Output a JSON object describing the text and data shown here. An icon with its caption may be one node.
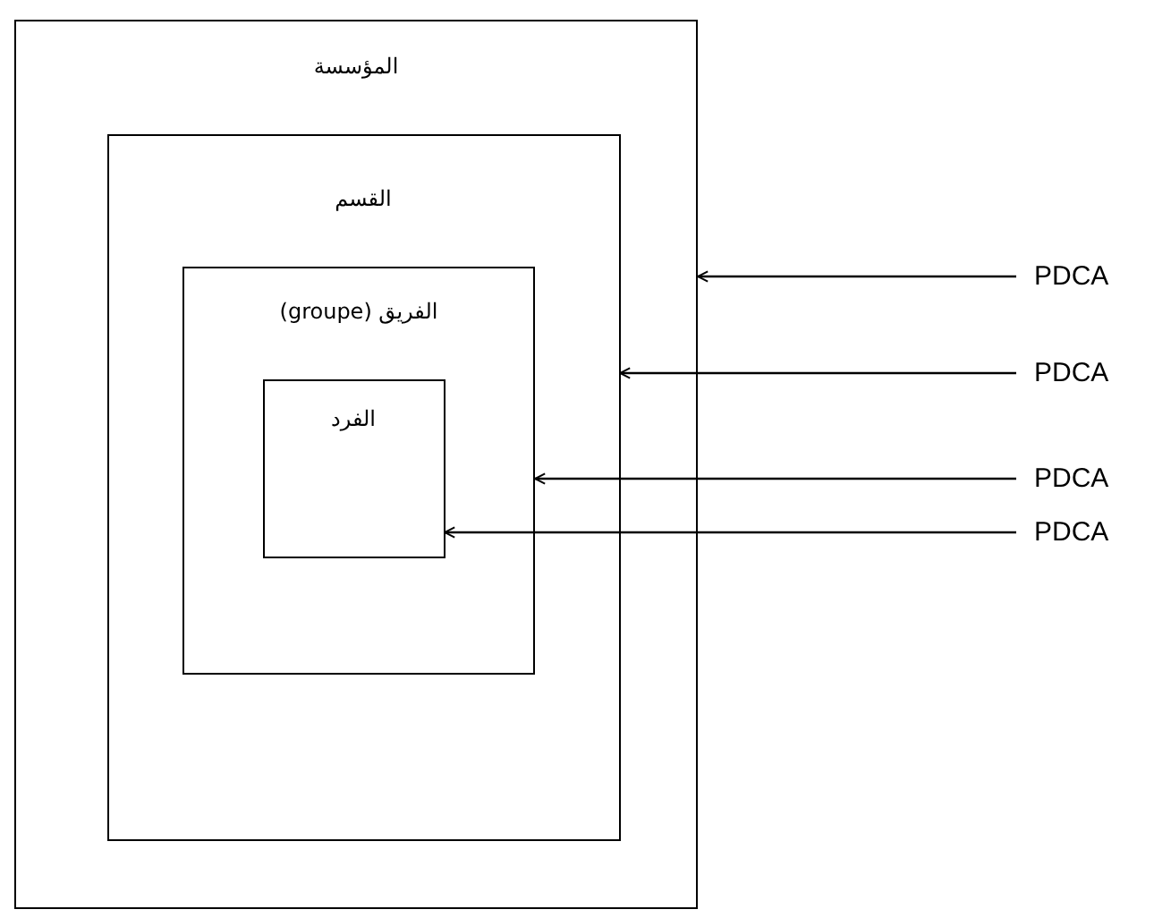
{
  "diagram": {
    "nodes": [
      {
        "text": [
          "المؤسسة"
        ]
      },
      {
        "text": [
          "القسم"
        ],
        "in": 0
      },
      {
        "text": [
          "الفريق (groupe)"
        ],
        "in": 1
      },
      {
        "text": [
          "الفرد"
        ],
        "in": 2
      },
      {
        "text": [
          "PDCA"
        ]
      },
      {
        "text": [
          "PDCA"
        ]
      },
      {
        "text": [
          "PDCA"
        ]
      },
      {
        "text": [
          "PDCA"
        ]
      }
    ],
    "edges": [
      {
        "from": 4,
        "to": 0,
        "arrow": "to"
      },
      {
        "from": 5,
        "to": 1,
        "arrow": "to"
      },
      {
        "from": 6,
        "to": 2,
        "arrow": "to"
      },
      {
        "from": 7,
        "to": 3,
        "arrow": "to"
      }
    ]
  }
}
